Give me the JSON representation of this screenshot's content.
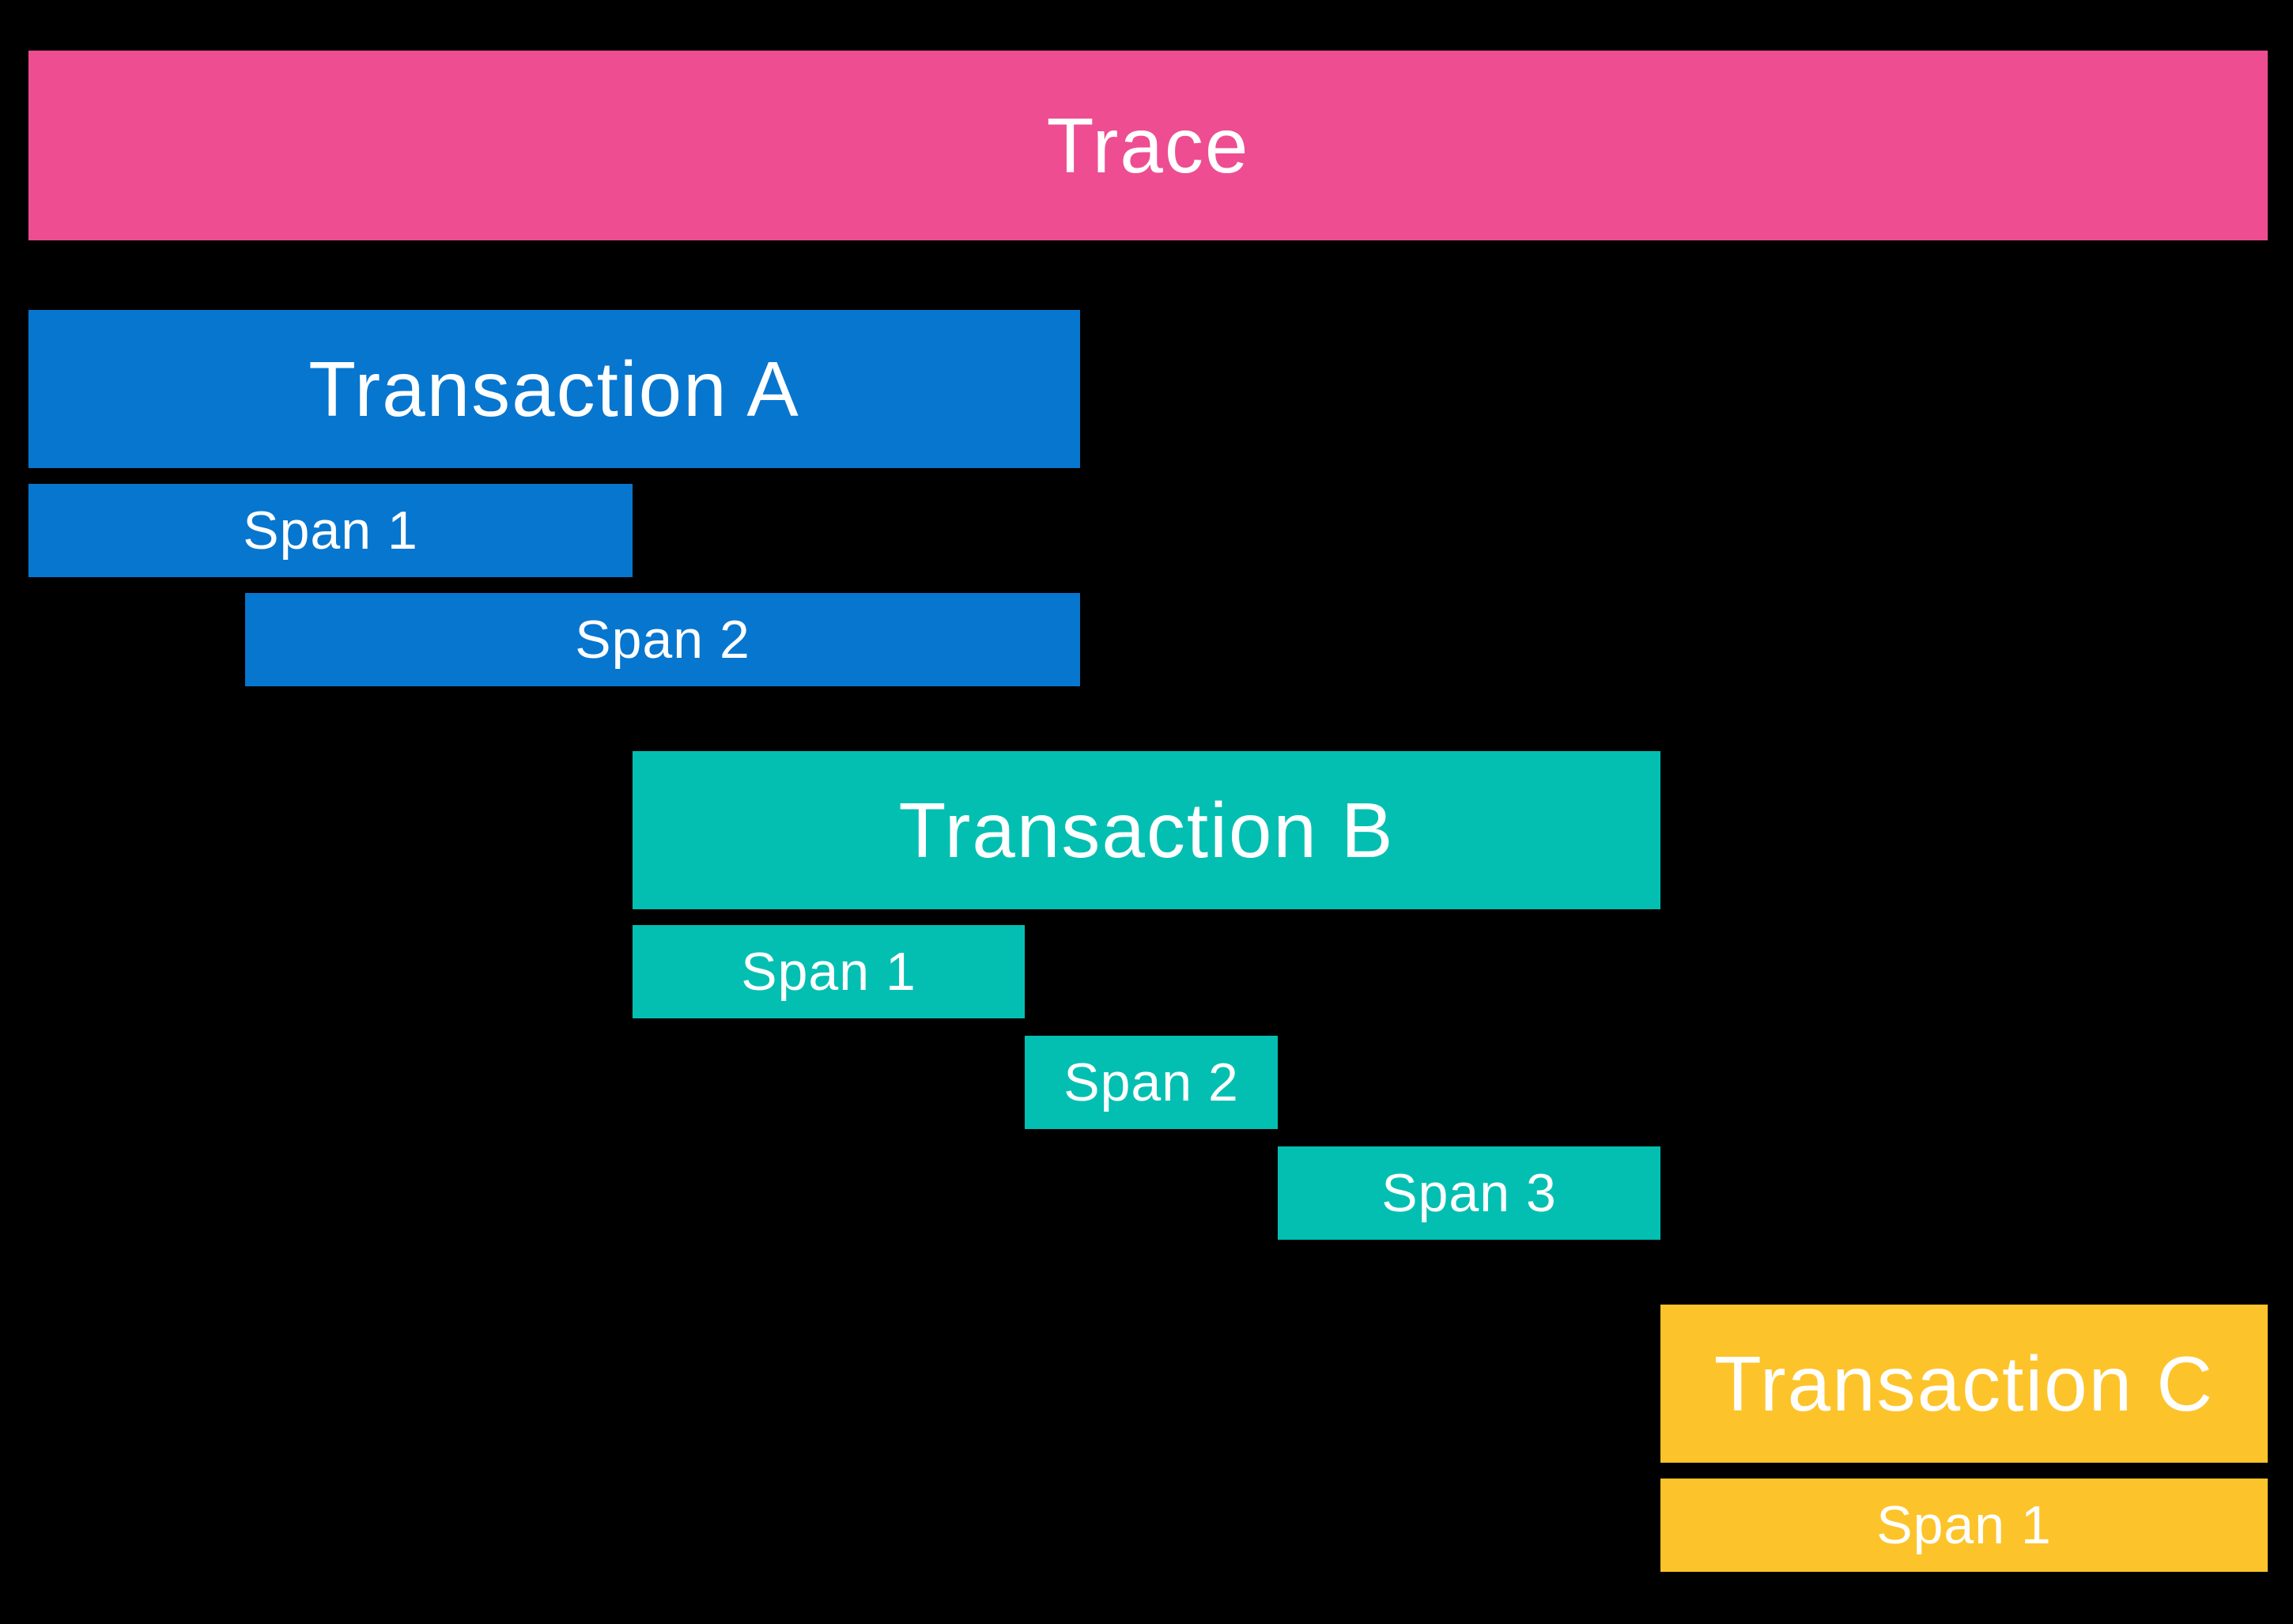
{
  "diagram": {
    "background_color": "#000000",
    "text_color": "#FFFFFF",
    "trace": {
      "label": "Trace",
      "color": "#EE4D92"
    },
    "transactions": [
      {
        "label": "Transaction A",
        "color": "#0776CF",
        "spans": [
          {
            "label": "Span 1"
          },
          {
            "label": "Span 2"
          }
        ]
      },
      {
        "label": "Transaction B",
        "color": "#02BFB2",
        "spans": [
          {
            "label": "Span 1"
          },
          {
            "label": "Span 2"
          },
          {
            "label": "Span 3"
          }
        ]
      },
      {
        "label": "Transaction C",
        "color": "#FCC42A",
        "spans": [
          {
            "label": "Span 1"
          }
        ]
      }
    ]
  }
}
